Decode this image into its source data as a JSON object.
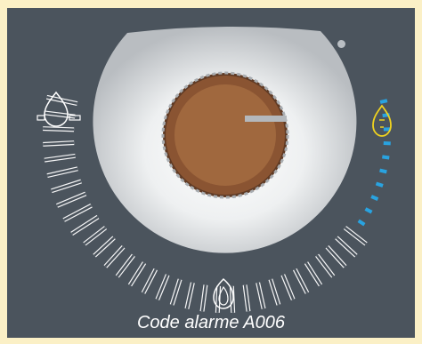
{
  "alarm": {
    "label": "Code alarme A006"
  },
  "dial": {
    "segments_total": 42,
    "active_segments": 10
  },
  "colors": {
    "panel": "#4b545d",
    "background": "#fbf0c6",
    "active_segment": "#29a3e0",
    "warning_drop": "#f0d31e",
    "tick_outline": "#ffffff",
    "knob_outer": "#8a5432",
    "knob_inner": "#a0683e"
  },
  "icons": {
    "low_icon": "drop-outline-icon",
    "base_icon": "flame-icon",
    "high_icon": "drop-warning-icon"
  }
}
